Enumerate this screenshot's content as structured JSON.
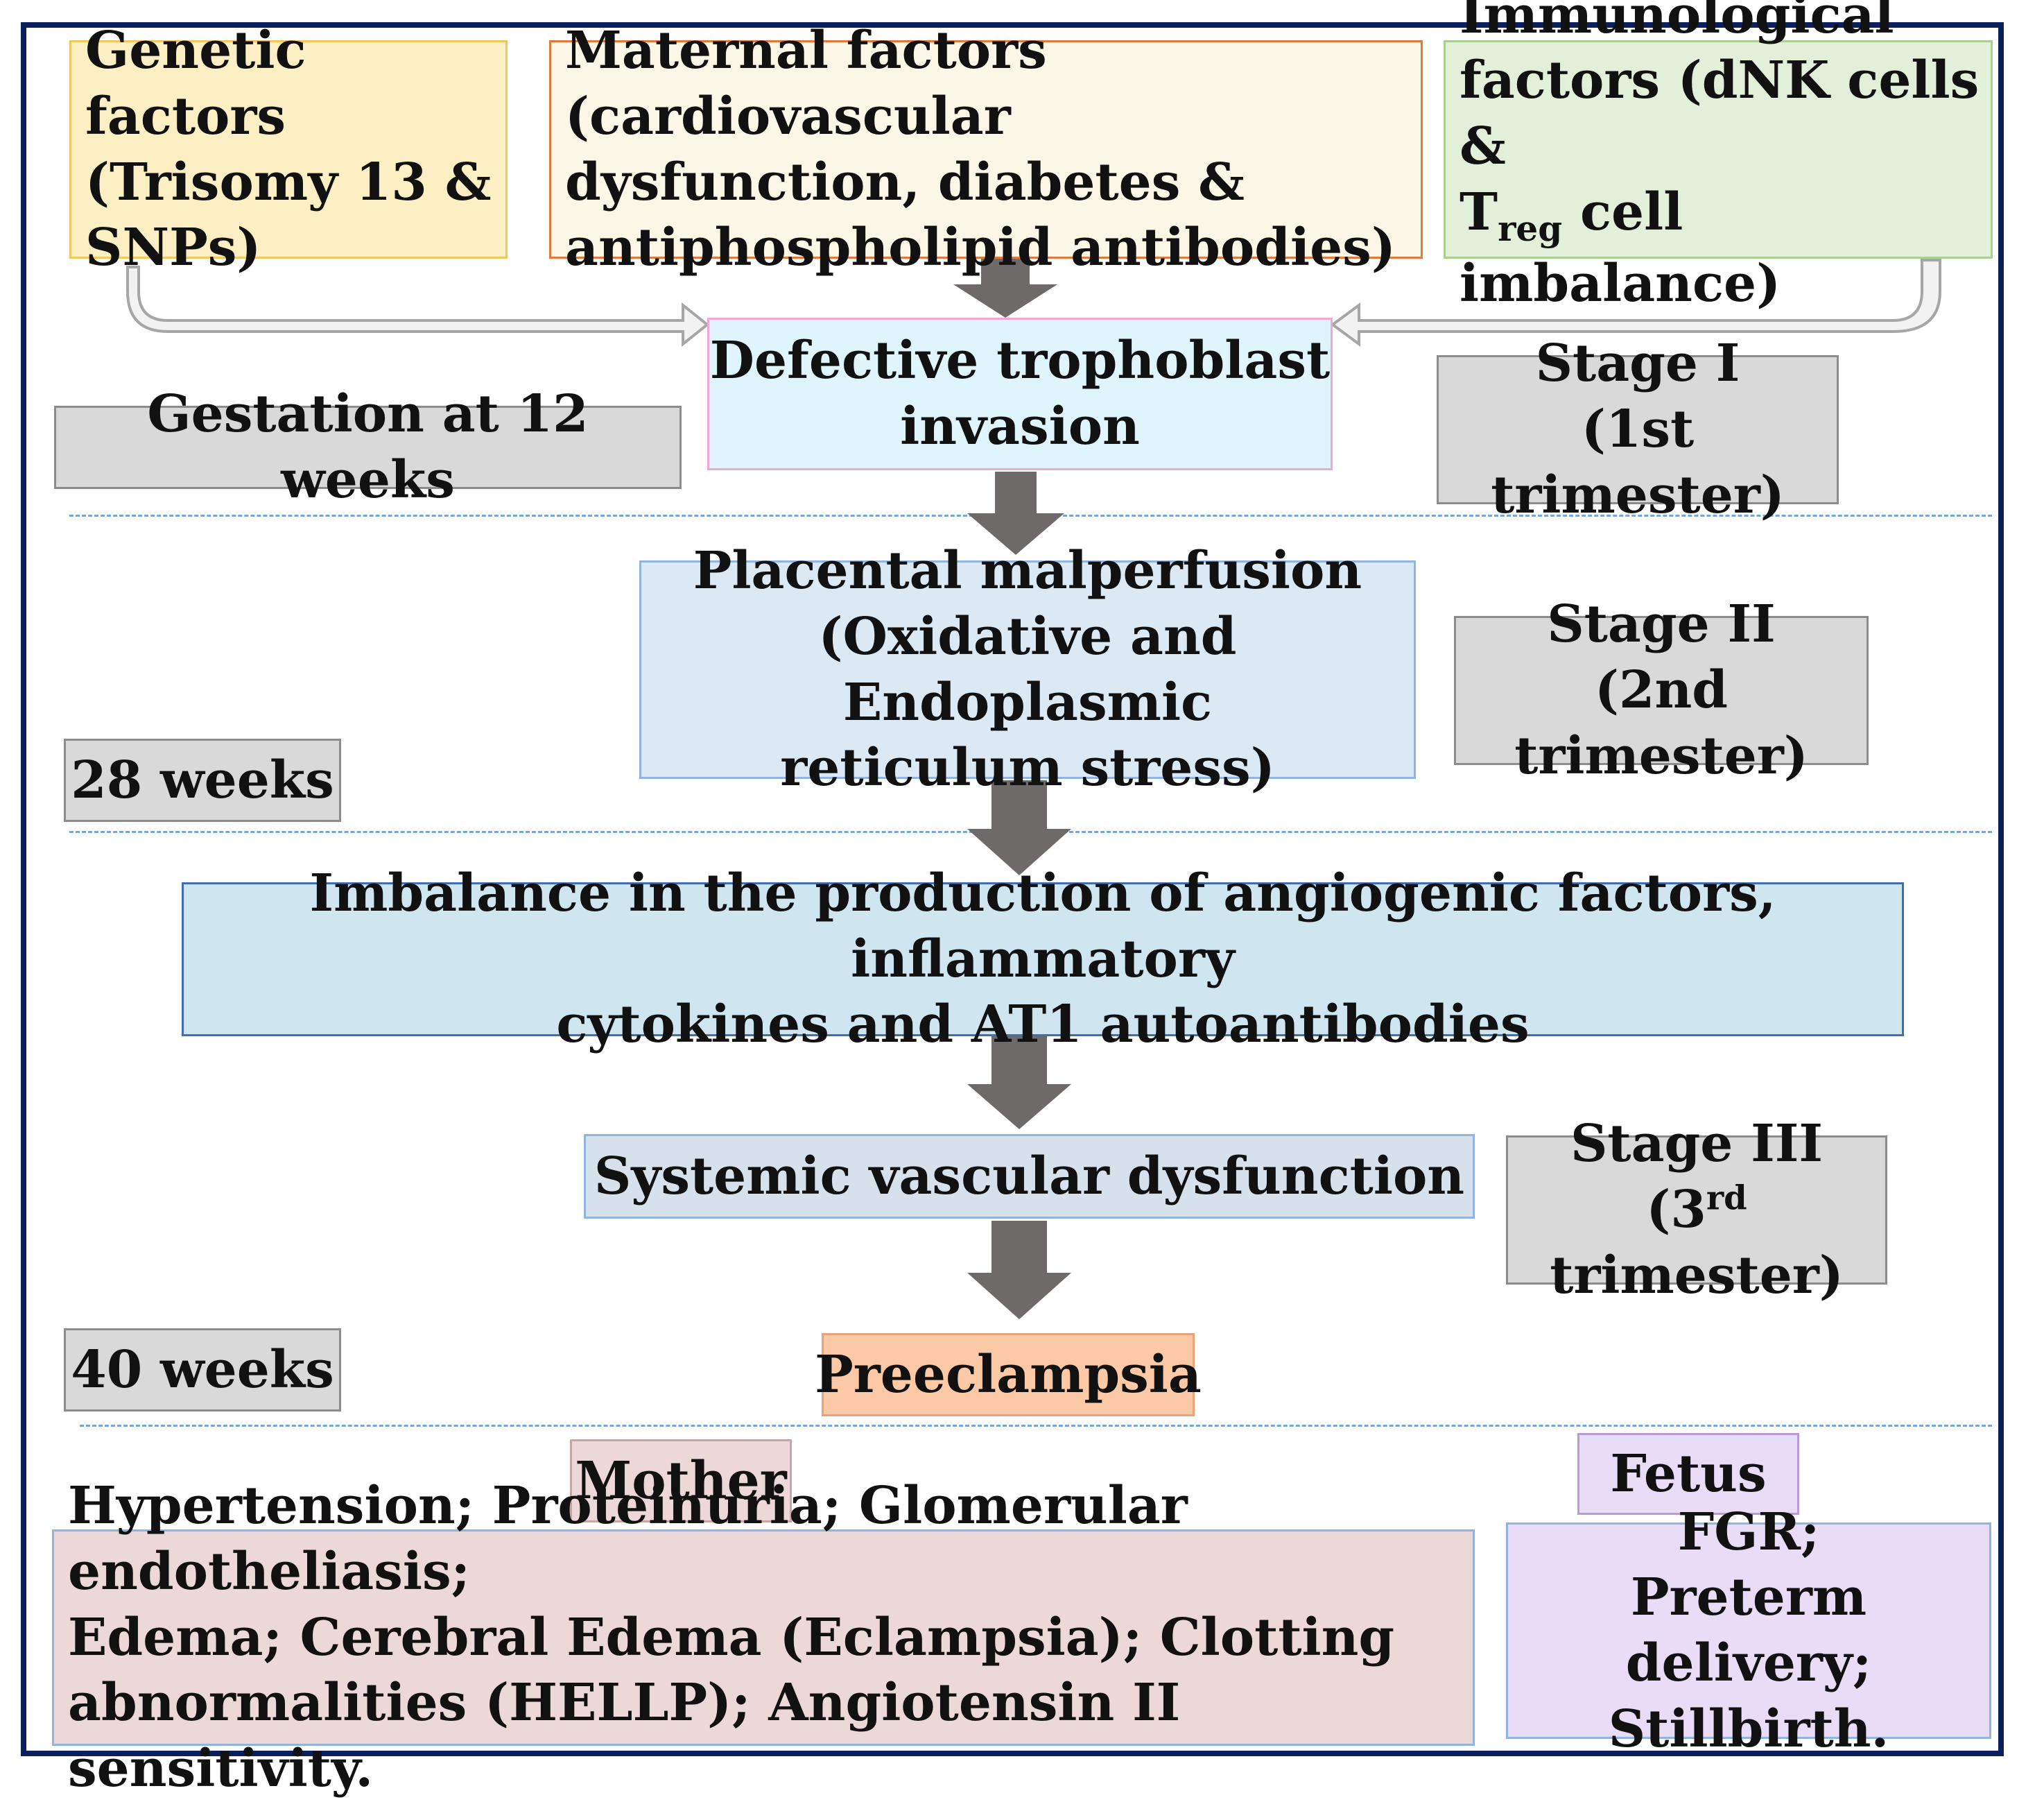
{
  "colors": {
    "frame": "#0b1f5c",
    "genetic_fill": "#fdefc4",
    "genetic_border": "#f0c860",
    "maternal_fill": "#fbf7e6",
    "maternal_border": "#e07a3a",
    "immuno_fill": "#e2efd9",
    "immuno_border": "#a9d08e",
    "trophoblast_fill": "#e0f5fb",
    "trophoblast_border": "#f2a6d8",
    "placental_fill": "#dbe9f5",
    "imbalance_fill": "#cfe6f1",
    "systemic_fill": "#d6e1ec",
    "preeclampsia_fill": "#fbc9a6",
    "stage_fill": "#d9d9d9",
    "mother_fill": "#ecd8d8",
    "fetus_fill": "#e9dcf7",
    "arrow": "#6e6a6a"
  },
  "factors": {
    "genetic": [
      "Genetic factors",
      "(Trisomy 13 &",
      "SNPs)"
    ],
    "maternal": [
      "Maternal factors (cardiovascular",
      "dysfunction, diabetes &",
      "antiphospholipid antibodies)"
    ],
    "immuno_line1": "Immunological",
    "immuno_line2": "factors (dNK cells &",
    "immuno_line3_T": "T",
    "immuno_line3_sub": "reg",
    "immuno_line3_rest": " cell imbalance)"
  },
  "steps": {
    "trophoblast": [
      "Defective trophoblast",
      "invasion"
    ],
    "placental": [
      "Placental malperfusion",
      "(Oxidative and Endoplasmic",
      "reticulum stress)"
    ],
    "imbalance": [
      "Imbalance in the production of angiogenic factors, inflammatory",
      "cytokines and AT1 autoantibodies"
    ],
    "systemic": "Systemic vascular dysfunction",
    "preeclampsia": "Preeclampsia"
  },
  "timeline": {
    "week12": "Gestation at 12 weeks",
    "week28": "28 weeks",
    "week40": "40 weeks"
  },
  "stages": {
    "stage1": [
      "Stage I",
      "(1st trimester)"
    ],
    "stage2": [
      "Stage II",
      "(2nd trimester)"
    ],
    "stage3_title": "Stage III",
    "stage3_open": "(3",
    "stage3_sup": "rd",
    "stage3_rest": " trimester)"
  },
  "outcomes": {
    "mother_label": "Mother",
    "mother_text": [
      "Hypertension; Proteinuria; Glomerular endotheliasis;",
      "Edema; Cerebral Edema (Eclampsia); Clotting",
      "abnormalities (HELLP); Angiotensin II sensitivity."
    ],
    "fetus_label": "Fetus",
    "fetus_text": [
      "FGR;",
      "Preterm delivery;",
      "Stillbirth."
    ]
  }
}
